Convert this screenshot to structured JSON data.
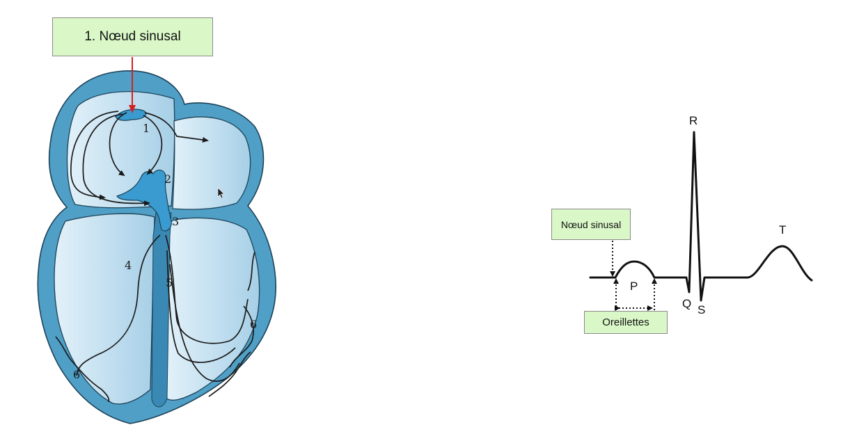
{
  "heart": {
    "callout_label": "1. Nœud sinusal",
    "numbers": {
      "n1": "1",
      "n2": "2",
      "n3": "3",
      "n4": "4",
      "n5": "5",
      "n6_right": "6",
      "n6_left": "6"
    }
  },
  "ecg": {
    "wave_labels": {
      "p": "P",
      "q": "Q",
      "r": "R",
      "s": "S",
      "t": "T"
    },
    "node_callout": "Nœud sinusal",
    "atria_callout": "Oreillettes"
  },
  "colors": {
    "heart_wall": "#4f9fc6",
    "heart_chamber": "#c9e3f1",
    "conduction_tissue": "#3a9bd0",
    "callout_fill": "#d9f7c7",
    "pointer_arrow": "#d62020"
  }
}
